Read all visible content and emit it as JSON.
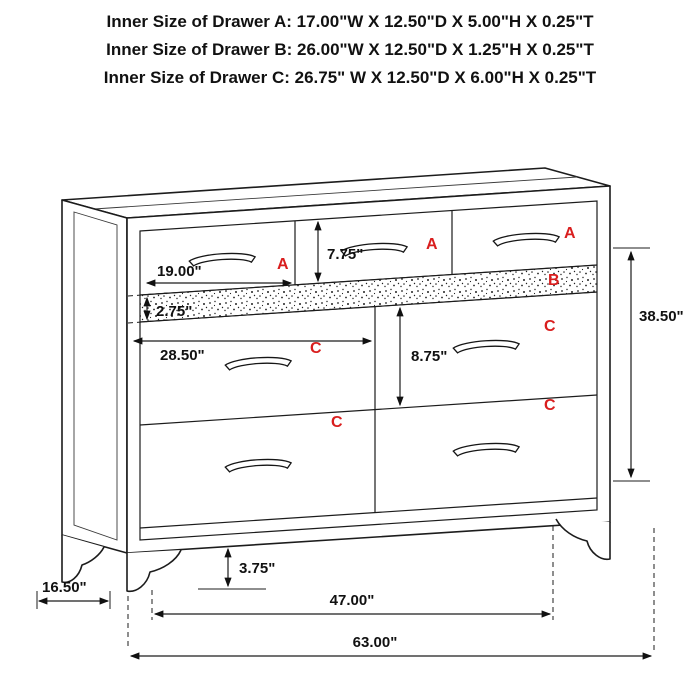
{
  "header": {
    "line1": "Inner Size of Drawer A: 17.00\"W X 12.50\"D X 5.00\"H X 0.25\"T",
    "line2": "Inner Size of Drawer B: 26.00\"W X 12.50\"D X 1.25\"H X 0.25\"T",
    "line3": "Inner Size of Drawer C: 26.75\" W X 12.50\"D X 6.00\"H X 0.25\"T"
  },
  "dimensions": {
    "drawer_a_width": "19.00\"",
    "drawer_a_height": "7.75\"",
    "strip_height": "2.75\"",
    "drawer_c_width": "28.50\"",
    "drawer_c_height": "8.75\"",
    "overall_height": "38.50\"",
    "foot_height": "3.75\"",
    "depth": "16.50\"",
    "feet_span": "47.00\"",
    "overall_width": "63.00\""
  },
  "labels": {
    "a": "A",
    "b": "B",
    "c": "C"
  },
  "colors": {
    "label_red": "#d91e1e",
    "line": "#1c1c1c"
  }
}
